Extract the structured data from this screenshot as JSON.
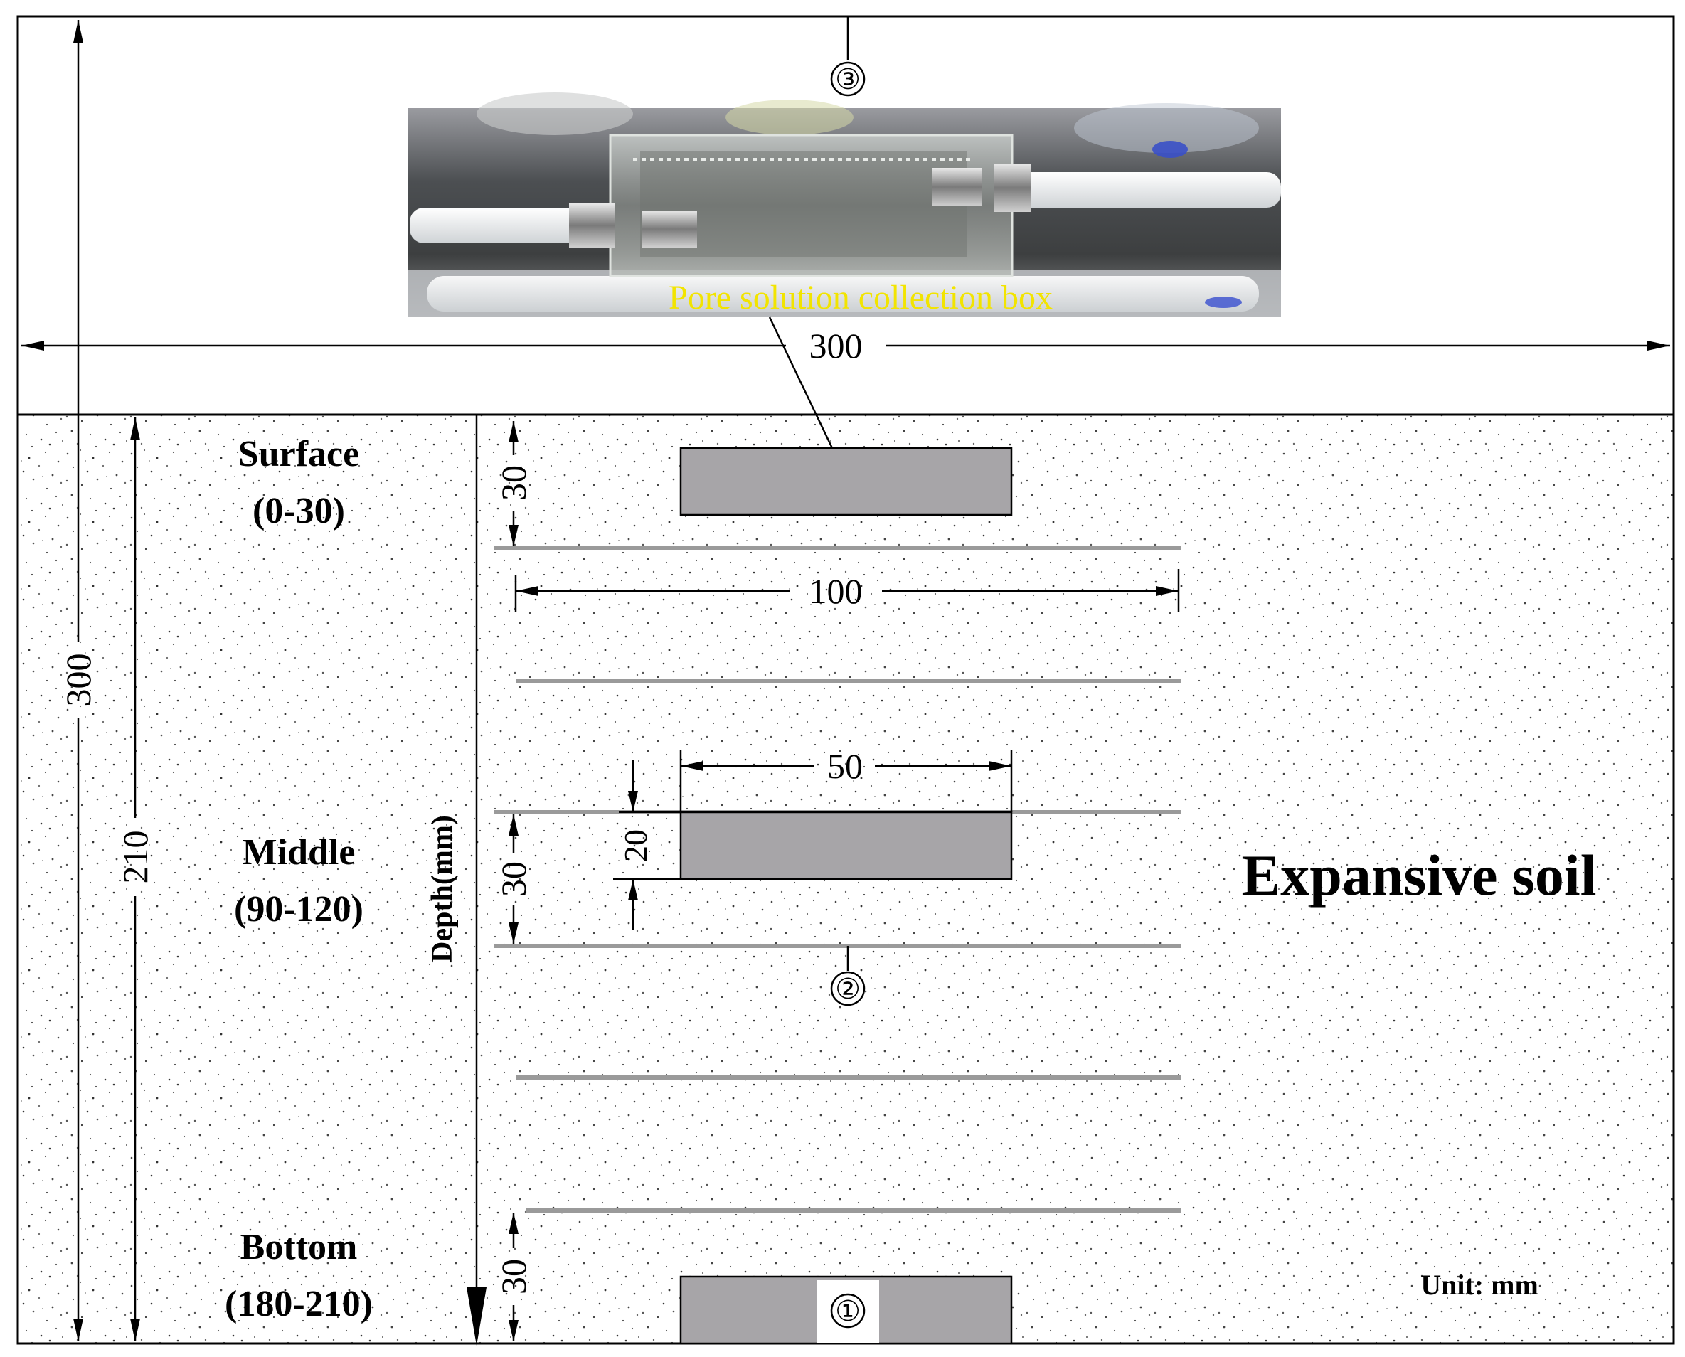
{
  "photo": {
    "caption": "Pore solution collection box"
  },
  "markers": {
    "m1": "①",
    "m2": "②",
    "m3": "③"
  },
  "zones": {
    "surface": {
      "name": "Surface",
      "range": "(0-30)"
    },
    "middle": {
      "name": "Middle",
      "range": "(90-120)"
    },
    "bottom": {
      "name": "Bottom",
      "range": "(180-210)"
    }
  },
  "dimensions": {
    "total_width": "300",
    "total_height": "300",
    "soil_height": "210",
    "layer_width": "100",
    "box_width": "50",
    "box_height": "20",
    "layer_spacing_surface": "30",
    "layer_spacing_middle": "30",
    "layer_spacing_bottom": "30"
  },
  "labels": {
    "depth_axis": "Depth(mm)",
    "material": "Expansive soil",
    "unit": "Unit: mm"
  },
  "colors": {
    "box_fill": "#a7a5a8",
    "caption": "#f2e400",
    "line": "#000000",
    "separator": "#9a9a9a"
  }
}
